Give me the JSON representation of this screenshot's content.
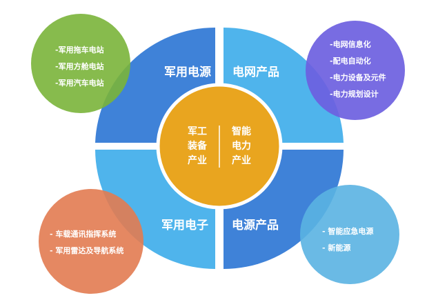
{
  "colors": {
    "quad_dark": "#3f82d8",
    "quad_light": "#4fb4ec",
    "core": "#e9a51f",
    "bubble_green": "#7ab43a",
    "bubble_purple": "#6d5fe0",
    "bubble_orange": "#e27b51",
    "bubble_sky": "#5ab2e2"
  },
  "quadrants": [
    {
      "label": "军用电源"
    },
    {
      "label": "电网产品"
    },
    {
      "label": "军用电子"
    },
    {
      "label": "电源产品"
    }
  ],
  "core": {
    "left_lines": [
      "军工",
      "装备",
      "产业"
    ],
    "right_lines": [
      "智能",
      "电力",
      "产业"
    ]
  },
  "bubbles": {
    "top_left": {
      "items": [
        "-军用拖车电站",
        "-军用方舱电站",
        "-军用汽车电站"
      ]
    },
    "top_right": {
      "items": [
        "-电网信息化",
        "-配电自动化",
        "-电力设备及元件",
        "-电力规划设计"
      ]
    },
    "bottom_left": {
      "items": [
        "- 车载通讯指挥系统",
        "- 军用雷达及导航系统"
      ]
    },
    "bottom_right": {
      "items": [
        "- 智能应急电源",
        "- 新能源"
      ]
    }
  }
}
